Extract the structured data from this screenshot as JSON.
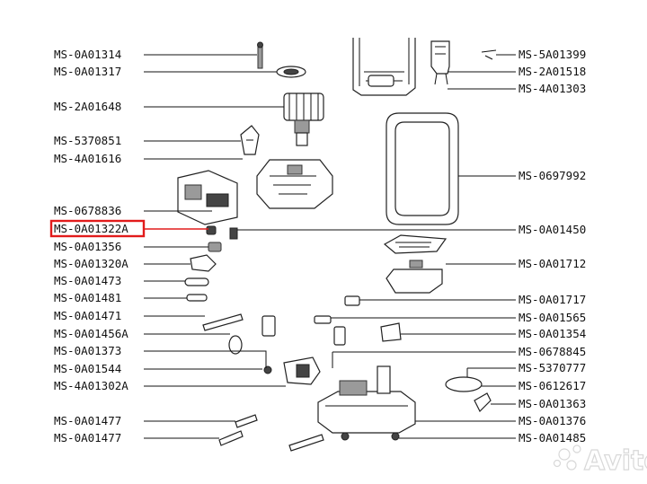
{
  "left_labels": [
    "MS-0A01314",
    "MS-0A01317",
    "MS-2A01648",
    "MS-5370851",
    "MS-4A01616",
    "MS-0678836",
    "MS-0A01322A",
    "MS-0A01356",
    "MS-0A01320A",
    "MS-0A01473",
    "MS-0A01481",
    "MS-0A01471",
    "MS-0A01456A",
    "MS-0A01373",
    "MS-0A01544",
    "MS-4A01302A",
    "MS-0A01477",
    "MS-0A01477"
  ],
  "right_labels": [
    "MS-5A01399",
    "MS-2A01518",
    "MS-4A01303",
    "MS-0697992",
    "MS-0A01450",
    "MS-0A01712",
    "MS-0A01717",
    "MS-0A01565",
    "MS-0A01354",
    "MS-0678845",
    "MS-5370777",
    "MS-0612617",
    "MS-0A01363",
    "MS-0A01376",
    "MS-0A01485"
  ],
  "highlighted_label": "MS-0A01322A",
  "highlight_color": "#e21b1b",
  "watermark": "Avito"
}
